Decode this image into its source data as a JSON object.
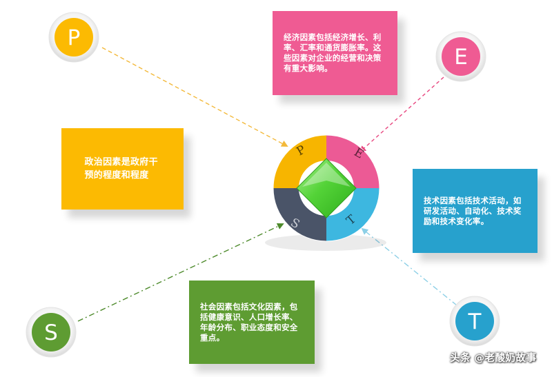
{
  "circles": {
    "p": {
      "letter": "P",
      "color": "#fcba02"
    },
    "e": {
      "letter": "E",
      "color": "#ef5b93"
    },
    "s": {
      "letter": "S",
      "color": "#5e9c32"
    },
    "t": {
      "letter": "T",
      "color": "#27a1cd"
    }
  },
  "ring": {
    "segments": [
      {
        "letter": "P",
        "color": "#f7b500"
      },
      {
        "letter": "E",
        "color": "#ec5a95"
      },
      {
        "letter": "T",
        "color": "#3db7e0"
      },
      {
        "letter": "S",
        "color": "#4a5468"
      }
    ],
    "center_color": "#55d339"
  },
  "boxes": {
    "economic": {
      "text": "经济因素包括经济增长、利率、汇率和通货膨胀率。这些因素对企业的经营和决策有重大影响。",
      "color": "#ef5b93"
    },
    "political": {
      "text": "政治因素是政府干预的程度和程度",
      "color": "#fcba02"
    },
    "technological": {
      "text": "技术因素包括技术活动，如研发活动、自动化、技术奖励和技术变化率。",
      "color": "#27a1cd"
    },
    "social": {
      "text": "社会因素包括文化因素，包括健康意识、人口增长率、年龄分布、职业态度和安全重点。",
      "color": "#5e9c32"
    }
  },
  "watermark": "头条 @老酸奶故事"
}
